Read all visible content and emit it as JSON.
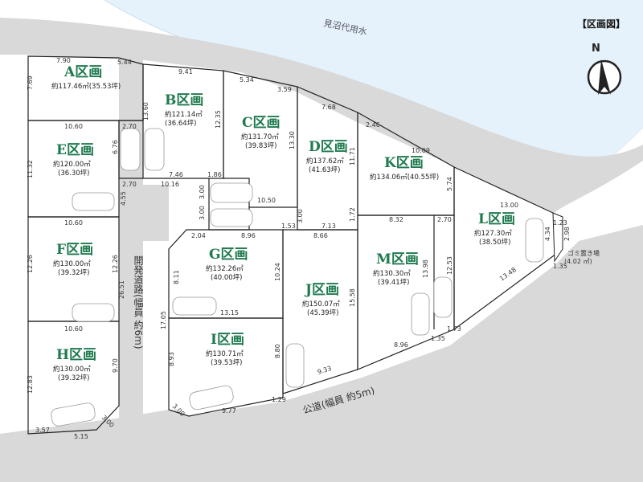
{
  "header": {
    "title": "【区画図】"
  },
  "compass": {
    "label": "N"
  },
  "river_label": "見沼代用水",
  "roads": {
    "dev_road": "開発道路(幅員 約6m)",
    "public_road": "公道(幅員 約5m)"
  },
  "garbage": {
    "label": "ゴミ置き場",
    "area": "(4.02 ㎡)"
  },
  "lots": [
    {
      "name": "A区画",
      "area": "約117.46㎡(35.53坪)"
    },
    {
      "name": "B区画",
      "area": "約121.14㎡",
      "tsubo": "(36.64坪)"
    },
    {
      "name": "C区画",
      "area": "約131.70㎡",
      "tsubo": "(39.83坪)"
    },
    {
      "name": "D区画",
      "area": "約137.62㎡",
      "tsubo": "(41.63坪)"
    },
    {
      "name": "E区画",
      "area": "約120.00㎡",
      "tsubo": "(36.30坪)"
    },
    {
      "name": "F区画",
      "area": "約130.00㎡",
      "tsubo": "(39.32坪)"
    },
    {
      "name": "G区画",
      "area": "約132.26㎡",
      "tsubo": "(40.00坪)"
    },
    {
      "name": "H区画",
      "area": "約130.00㎡",
      "tsubo": "(39.32坪)"
    },
    {
      "name": "I区画",
      "area": "約130.71㎡",
      "tsubo": "(39.53坪)"
    },
    {
      "name": "J区画",
      "area": "約150.07㎡",
      "tsubo": "(45.39坪)"
    },
    {
      "name": "K区画",
      "area": "約134.06㎡(40.55坪)"
    },
    {
      "name": "L区画",
      "area": "約127.30㎡",
      "tsubo": "(38.50坪)"
    },
    {
      "name": "M区画",
      "area": "約130.30㎡",
      "tsubo": "(39.41坪)"
    }
  ],
  "dimensions": [
    "7.90",
    "5.44",
    "7.69",
    "9.41",
    "5.34",
    "3.59",
    "7.68",
    "2.46",
    "13.60",
    "12.35",
    "13.30",
    "11.71",
    "10.09",
    "10.60",
    "11.32",
    "6.76",
    "2.70",
    "7.46",
    "1.86",
    "2.70",
    "10.16",
    "4.55",
    "3.00",
    "10.50",
    "3.00",
    "3.00",
    "1.53",
    "5.74",
    "13.00",
    "10.60",
    "7.13",
    "1.72",
    "8.32",
    "2.70",
    "1.23",
    "4.34",
    "2.98",
    "2.04",
    "8.96",
    "8.66",
    "12.26",
    "12.26",
    "26.51",
    "8.11",
    "10.24",
    "13.98",
    "12.53",
    "1.35",
    "13.48",
    "13.15",
    "15.58",
    "17.05",
    "10.60",
    "8.96",
    "1.35",
    "1.73",
    "12.83",
    "9.70",
    "8.93",
    "8.80",
    "9.33",
    "3.00",
    "3.57",
    "5.15",
    "3.00",
    "1.29",
    "9.77"
  ]
}
